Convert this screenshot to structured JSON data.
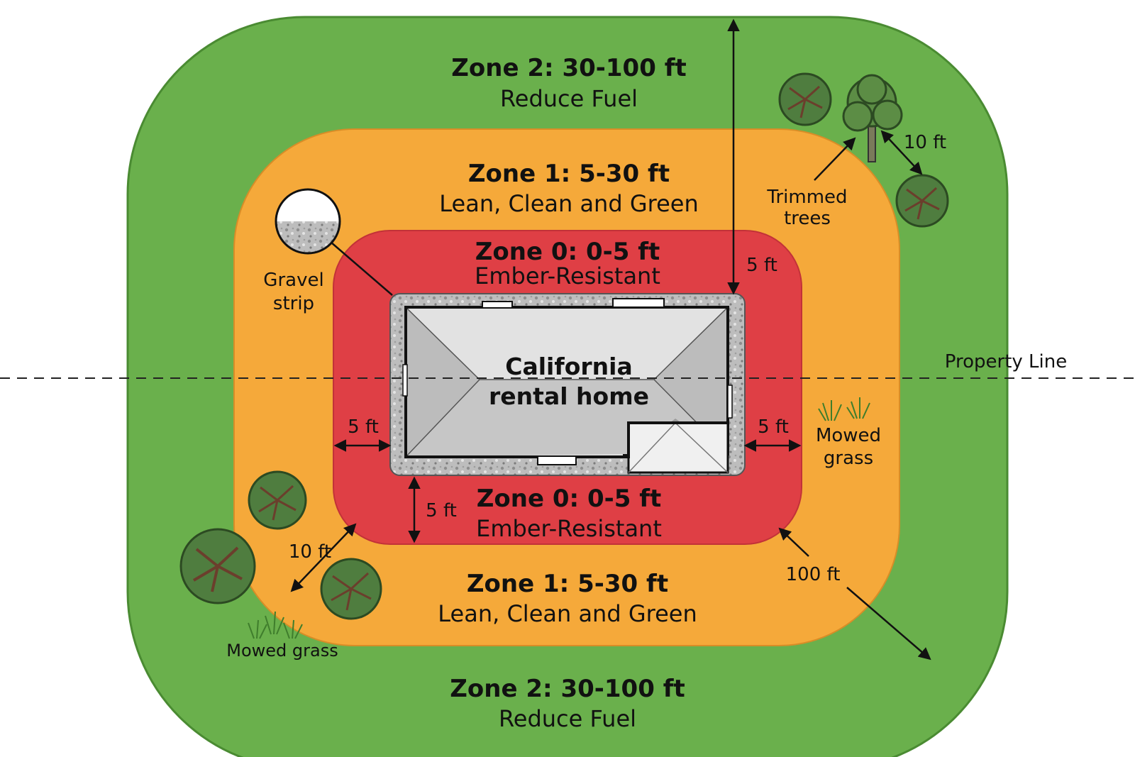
{
  "zones": {
    "zone2_top": {
      "title": "Zone 2: 30-100 ft",
      "subtitle": "Reduce Fuel"
    },
    "zone2_bottom": {
      "title": "Zone 2: 30-100 ft",
      "subtitle": "Reduce Fuel"
    },
    "zone1_top": {
      "title": "Zone 1: 5-30 ft",
      "subtitle": "Lean, Clean and Green"
    },
    "zone1_bottom": {
      "title": "Zone 1: 5-30 ft",
      "subtitle": "Lean, Clean and Green"
    },
    "zone0_top": {
      "title": "Zone 0: 0-5 ft",
      "subtitle": "Ember-Resistant"
    },
    "zone0_bottom": {
      "title": "Zone 0: 0-5 ft",
      "subtitle": "Ember-Resistant"
    }
  },
  "home": {
    "line1": "California",
    "line2": "rental home"
  },
  "labels": {
    "property_line": "Property Line",
    "gravel_line1": "Gravel",
    "gravel_line2": "strip",
    "trimmed_line1": "Trimmed",
    "trimmed_line2": "trees",
    "mowed_right_line1": "Mowed",
    "mowed_right_line2": "grass",
    "mowed_left": "Mowed grass"
  },
  "measurements": {
    "top_5ft": "5 ft",
    "left_5ft": "5 ft",
    "right_5ft": "5 ft",
    "bottom_5ft": "5 ft",
    "tree_spacing_left": "10 ft",
    "tree_spacing_right": "10 ft",
    "outer_100ft": "100 ft"
  },
  "colors": {
    "zone2": "#6ab04c",
    "zone1": "#f5a93a",
    "zone0": "#df3f45",
    "gravel": "#b9b9b9",
    "roof": "#d4d4d4",
    "tree": "#4f7d3f"
  }
}
